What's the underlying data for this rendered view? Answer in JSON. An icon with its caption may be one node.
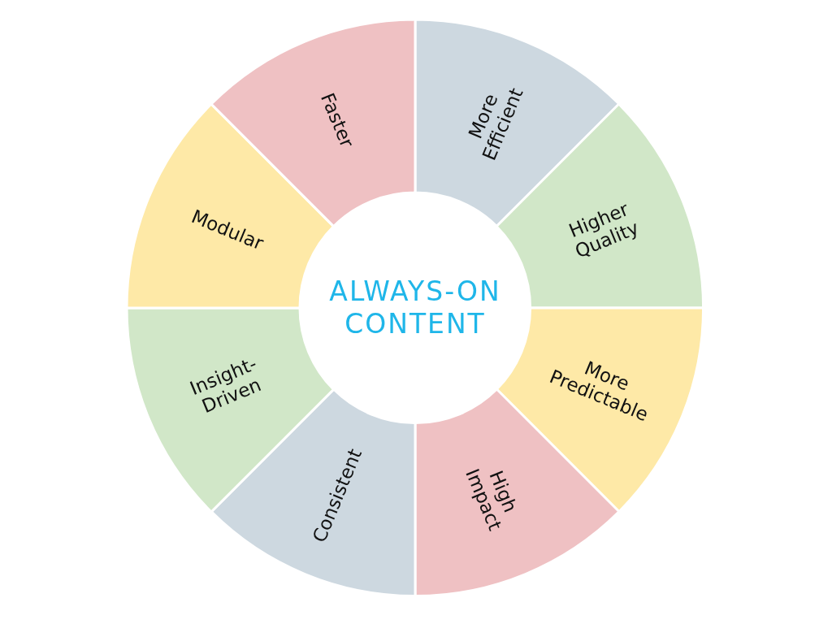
{
  "diagram": {
    "nodes": [
      {
        "text": [
          "ALWAYS-ON CONTENT"
        ]
      },
      {
        "text": [
          "More Efficient"
        ]
      },
      {
        "text": [
          "Higher Quality"
        ]
      },
      {
        "text": [
          "More Predictable"
        ]
      },
      {
        "text": [
          "High Impact"
        ]
      },
      {
        "text": [
          "Consistent"
        ]
      },
      {
        "text": [
          "Insight-Driven"
        ]
      },
      {
        "text": [
          "Modular"
        ]
      },
      {
        "text": [
          "Faster"
        ]
      }
    ]
  }
}
